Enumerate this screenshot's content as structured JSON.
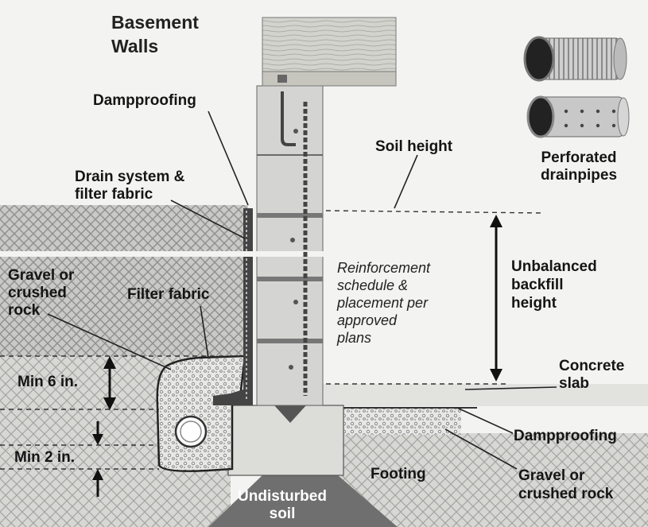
{
  "title": [
    "Basement",
    "Walls"
  ],
  "labels": {
    "dampproofing_top": "Dampproofing",
    "soil_height": "Soil height",
    "drain_system": [
      "Drain system &",
      "filter fabric"
    ],
    "perforated_drainpipes": [
      "Perforated",
      "drainpipes"
    ],
    "gravel_left": [
      "Gravel or",
      "crushed",
      "rock"
    ],
    "filter_fabric": "Filter fabric",
    "reinforcement": [
      "Reinforcement",
      "schedule &",
      "placement per",
      "approved",
      "plans"
    ],
    "unbalanced_backfill": [
      "Unbalanced",
      "backfill",
      "height"
    ],
    "min_6": "Min 6 in.",
    "min_2": "Min 2 in.",
    "concrete_slab": [
      "Concrete",
      "slab"
    ],
    "dampproofing_bottom": "Dampproofing",
    "footing": "Footing",
    "gravel_right": [
      "Gravel or",
      "crushed rock"
    ],
    "undisturbed_soil": [
      "Undisturbed",
      "soil"
    ]
  },
  "colors": {
    "soil_hatch": "#9a9a9a",
    "block": "#d6d6d4",
    "wood": "#cfcfc9",
    "line": "#222222"
  }
}
